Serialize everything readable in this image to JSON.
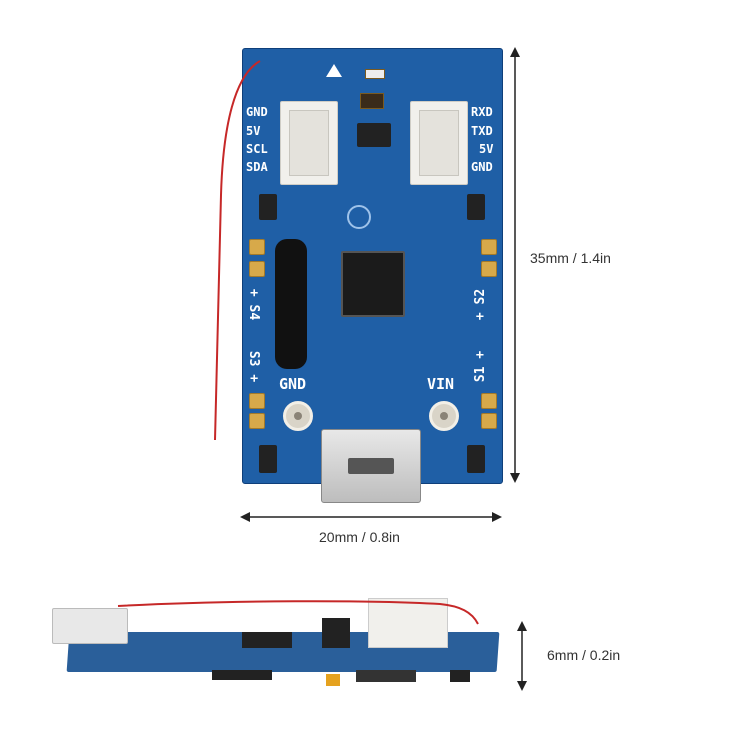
{
  "dimensions": {
    "height": "35mm / 1.4in",
    "width": "20mm / 0.8in",
    "thickness": "6mm / 0.2in"
  },
  "board_labels": {
    "left_connector": [
      "GND",
      "5V",
      "SCL",
      "SDA"
    ],
    "right_connector": [
      "RXD",
      "TXD",
      "5V",
      "GND"
    ],
    "s4": "+ S4",
    "s3": "S3 +",
    "s2": "+ S2",
    "s1": "S1 +",
    "gnd": "GND",
    "vin": "VIN"
  },
  "colors": {
    "pcb": "#1f5fa6",
    "silkscreen": "#ffffff",
    "antenna": "#c62828",
    "connector": "#f1f0ec"
  }
}
